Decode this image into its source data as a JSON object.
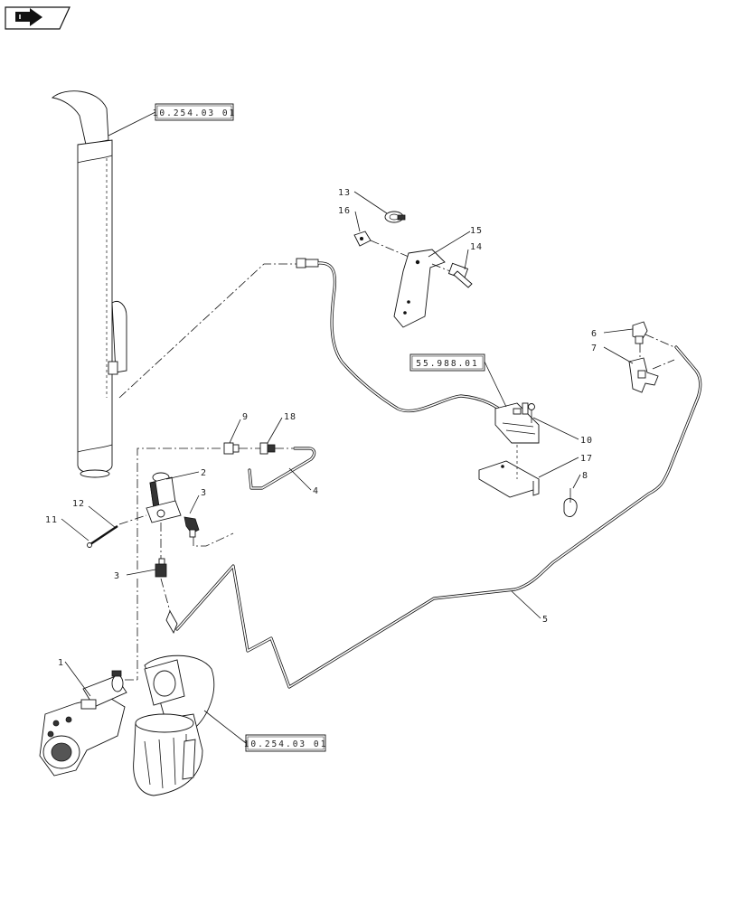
{
  "nav_icon": "forward-arrow-icon",
  "references": {
    "exhaust_stack": "10.254.03 01",
    "harness": "55.988.01",
    "exhaust_elbow": "10.254.03 01"
  },
  "callouts": {
    "c1": "1",
    "c2": "2",
    "c3a": "3",
    "c3b": "3",
    "c4": "4",
    "c5": "5",
    "c6": "6",
    "c7": "7",
    "c8": "8",
    "c9": "9",
    "c10": "10",
    "c11": "11",
    "c12": "12",
    "c13": "13",
    "c14": "14",
    "c15": "15",
    "c16": "16",
    "c17": "17",
    "c18": "18"
  }
}
